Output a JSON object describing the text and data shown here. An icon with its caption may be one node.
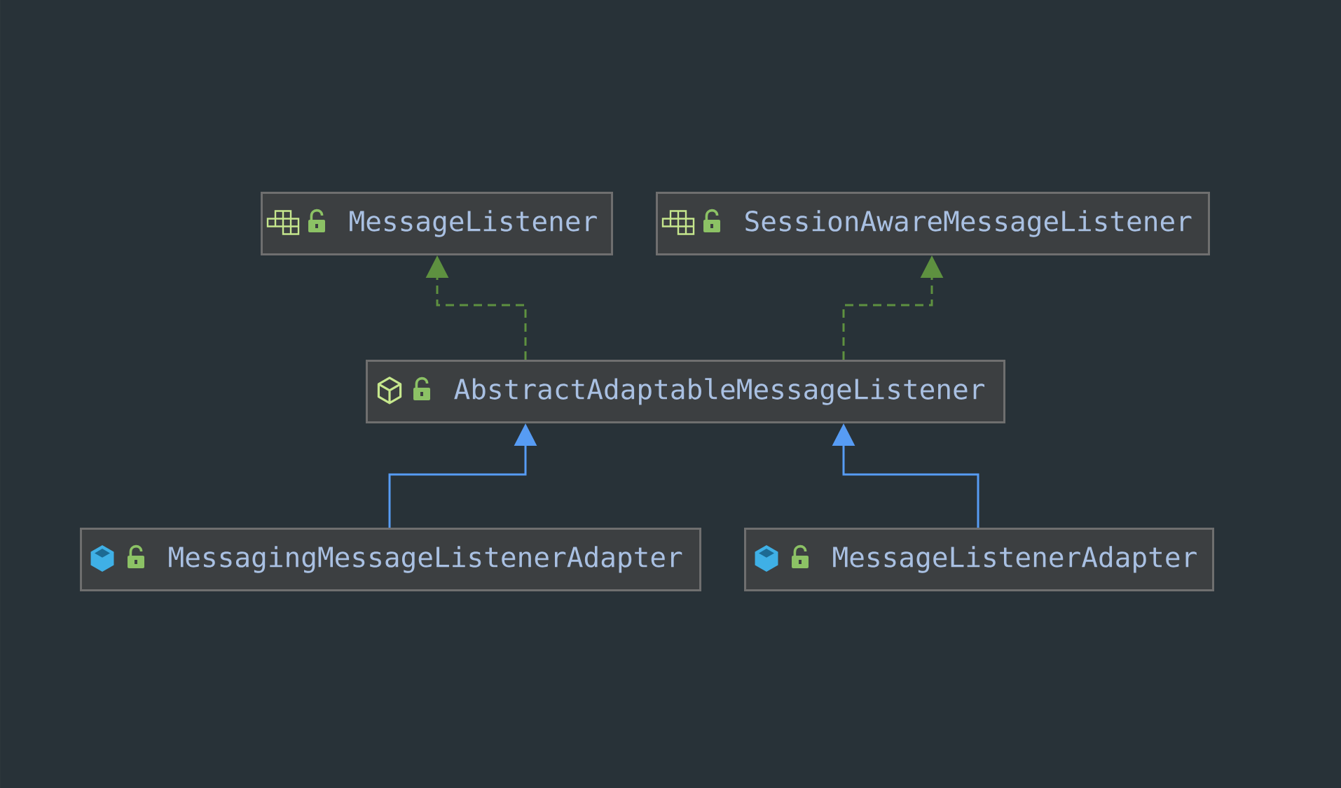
{
  "diagram": {
    "nodes": [
      {
        "text": [
          "MessageListener"
        ]
      },
      {
        "text": [
          "SessionAwareMessageListener"
        ]
      },
      {
        "text": [
          "AbstractAdaptableMessageListener"
        ]
      },
      {
        "text": [
          "MessagingMessageListenerAdapter"
        ]
      },
      {
        "text": [
          "MessageListenerAdapter"
        ]
      }
    ],
    "edges": [
      {
        "from": 2,
        "to": 0,
        "arrow": "to",
        "style": "dashed",
        "color": "#5e9140"
      },
      {
        "from": 2,
        "to": 1,
        "arrow": "to",
        "style": "dashed",
        "color": "#5e9140"
      },
      {
        "from": 3,
        "to": 2,
        "arrow": "to",
        "color": "#579cf4"
      },
      {
        "from": 4,
        "to": 2,
        "arrow": "to",
        "color": "#579cf4"
      }
    ]
  }
}
